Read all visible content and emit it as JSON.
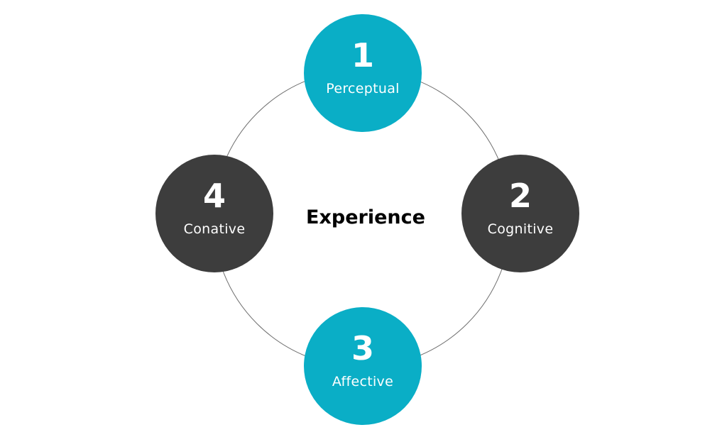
{
  "center": {
    "title": "Experience"
  },
  "colors": {
    "teal": "#0aaec6",
    "charcoal": "#3d3d3d",
    "ring": "#6f6f6f"
  },
  "nodes": [
    {
      "number": "1",
      "label": "Perceptual",
      "color": "#0aaec6"
    },
    {
      "number": "2",
      "label": "Cognitive",
      "color": "#3d3d3d"
    },
    {
      "number": "3",
      "label": "Affective",
      "color": "#0aaec6"
    },
    {
      "number": "4",
      "label": "Conative",
      "color": "#3d3d3d"
    }
  ]
}
